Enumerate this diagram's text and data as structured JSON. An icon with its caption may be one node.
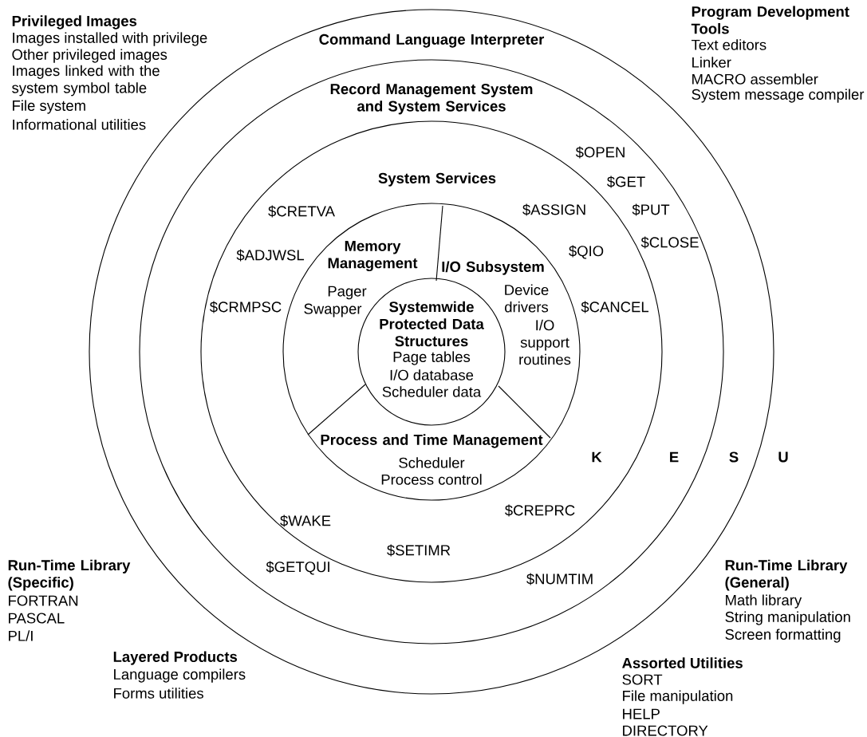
{
  "diagram": {
    "nodes": [
      {
        "text": [
          "Command Language Interpreter"
        ]
      },
      {
        "text": [
          "Record Management System and System Services"
        ],
        "in": 0
      },
      {
        "text": [
          "System Services"
        ],
        "in": 1
      },
      {
        "text": [],
        "shape": "circle",
        "in": 2
      },
      {
        "text": [
          "Memory Management",
          "Pager",
          "Swapper"
        ],
        "in": 3
      },
      {
        "text": [
          "I/O Subsystem",
          "Device drivers",
          "I/O support routines"
        ],
        "in": 3
      },
      {
        "text": [
          "Systemwide Protected Data Structures",
          "Page tables",
          "I/O database",
          "Scheduler data"
        ],
        "in": 3
      },
      {
        "text": [
          "Process and Time Management",
          "Scheduler",
          "Process control"
        ],
        "in": 3
      }
    ],
    "edges": [],
    "labels": [
      "Privileged Images",
      "Images installed with privilege",
      "Other privileged images",
      "Images linked with the system symbol table",
      "File system",
      "Informational utilities",
      "Program Development Tools",
      "Text editors",
      "Linker",
      "MACRO assembler",
      "System message compiler",
      "$OPEN",
      "$GET",
      "$PUT",
      "$CLOSE",
      "$ASSIGN",
      "$CRETVA",
      "$QIO",
      "$ADJWSL",
      "$CANCEL",
      "$CRMPSC",
      "K",
      "E",
      "S",
      "U",
      "$CREPRC",
      "$WAKE",
      "$SETIMR",
      "$NUMTIM",
      "$GETQUI",
      "Run-Time Library (Specific)",
      "FORTRAN",
      "PASCAL",
      "PL/I",
      "Run-Time Library (General)",
      "Math library",
      "String manipulation",
      "Screen formatting",
      "Layered Products",
      "Language compilers",
      "Forms utilities",
      "Assorted Utilities",
      "SORT",
      "File manipulation",
      "HELP",
      "DIRECTORY"
    ]
  }
}
